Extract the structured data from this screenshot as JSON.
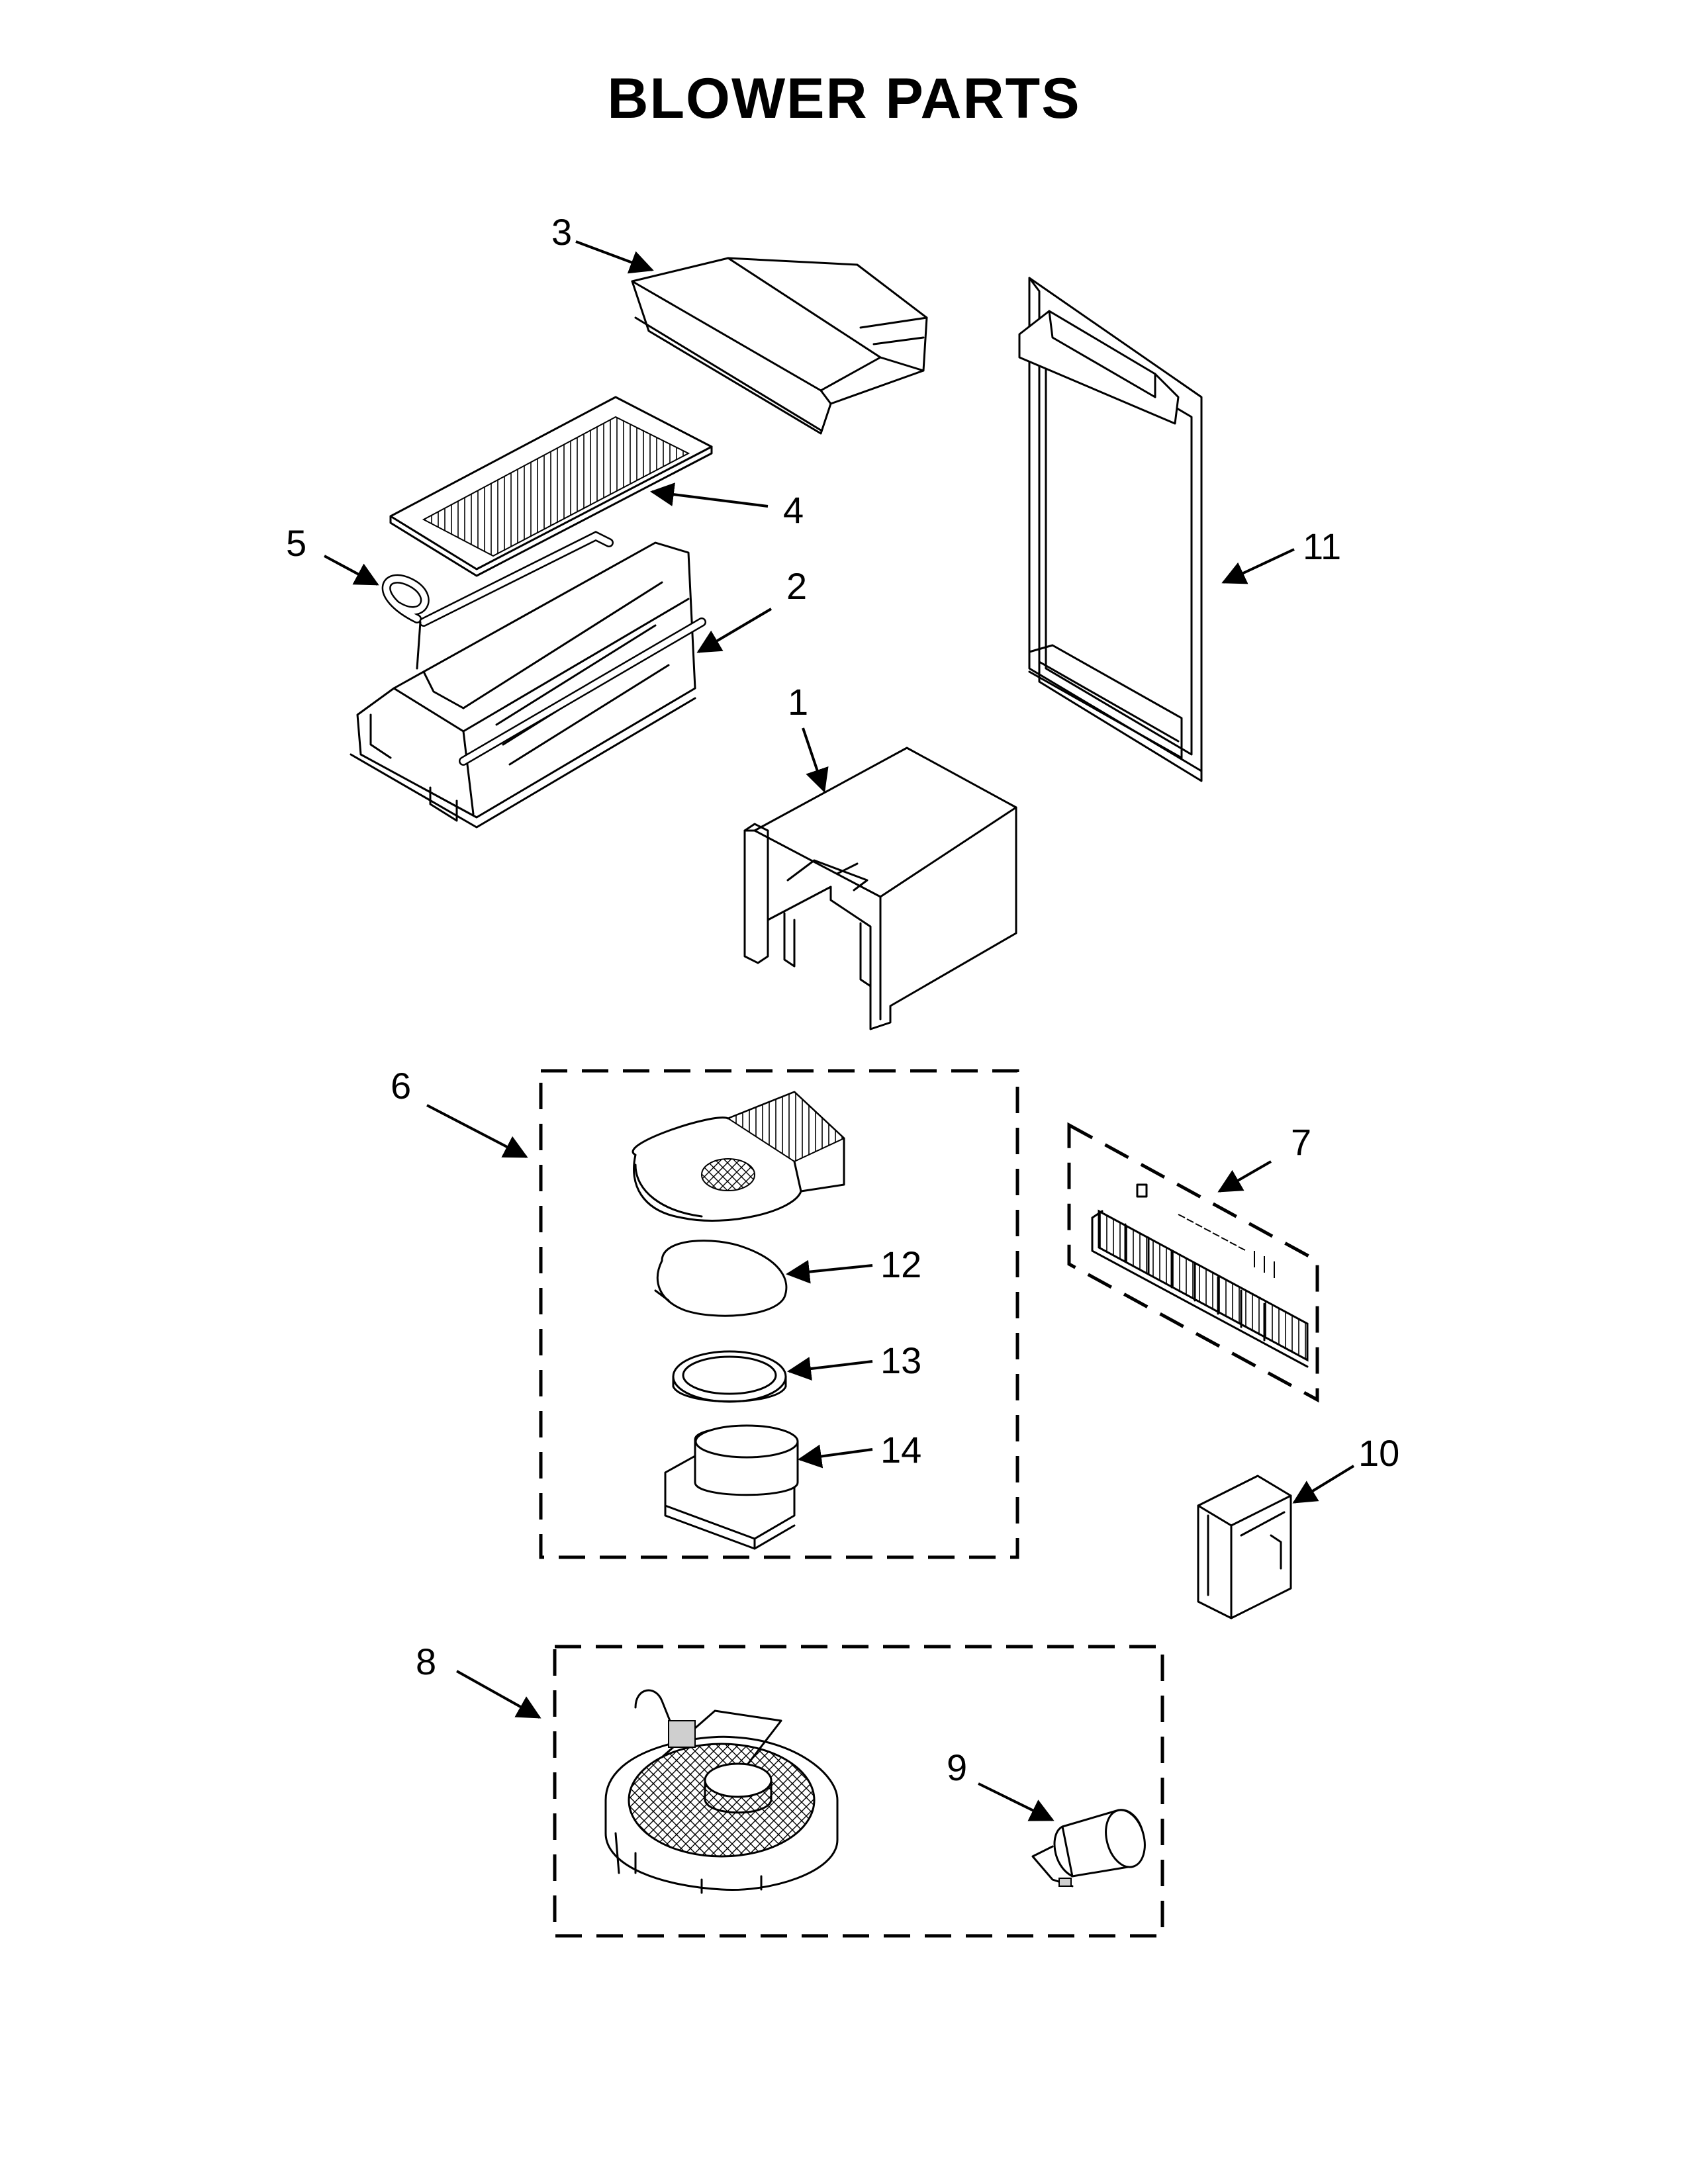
{
  "title": "BLOWER PARTS",
  "callouts": [
    "1",
    "2",
    "3",
    "4",
    "5",
    "6",
    "7",
    "8",
    "9",
    "10",
    "11",
    "12",
    "13",
    "14"
  ]
}
